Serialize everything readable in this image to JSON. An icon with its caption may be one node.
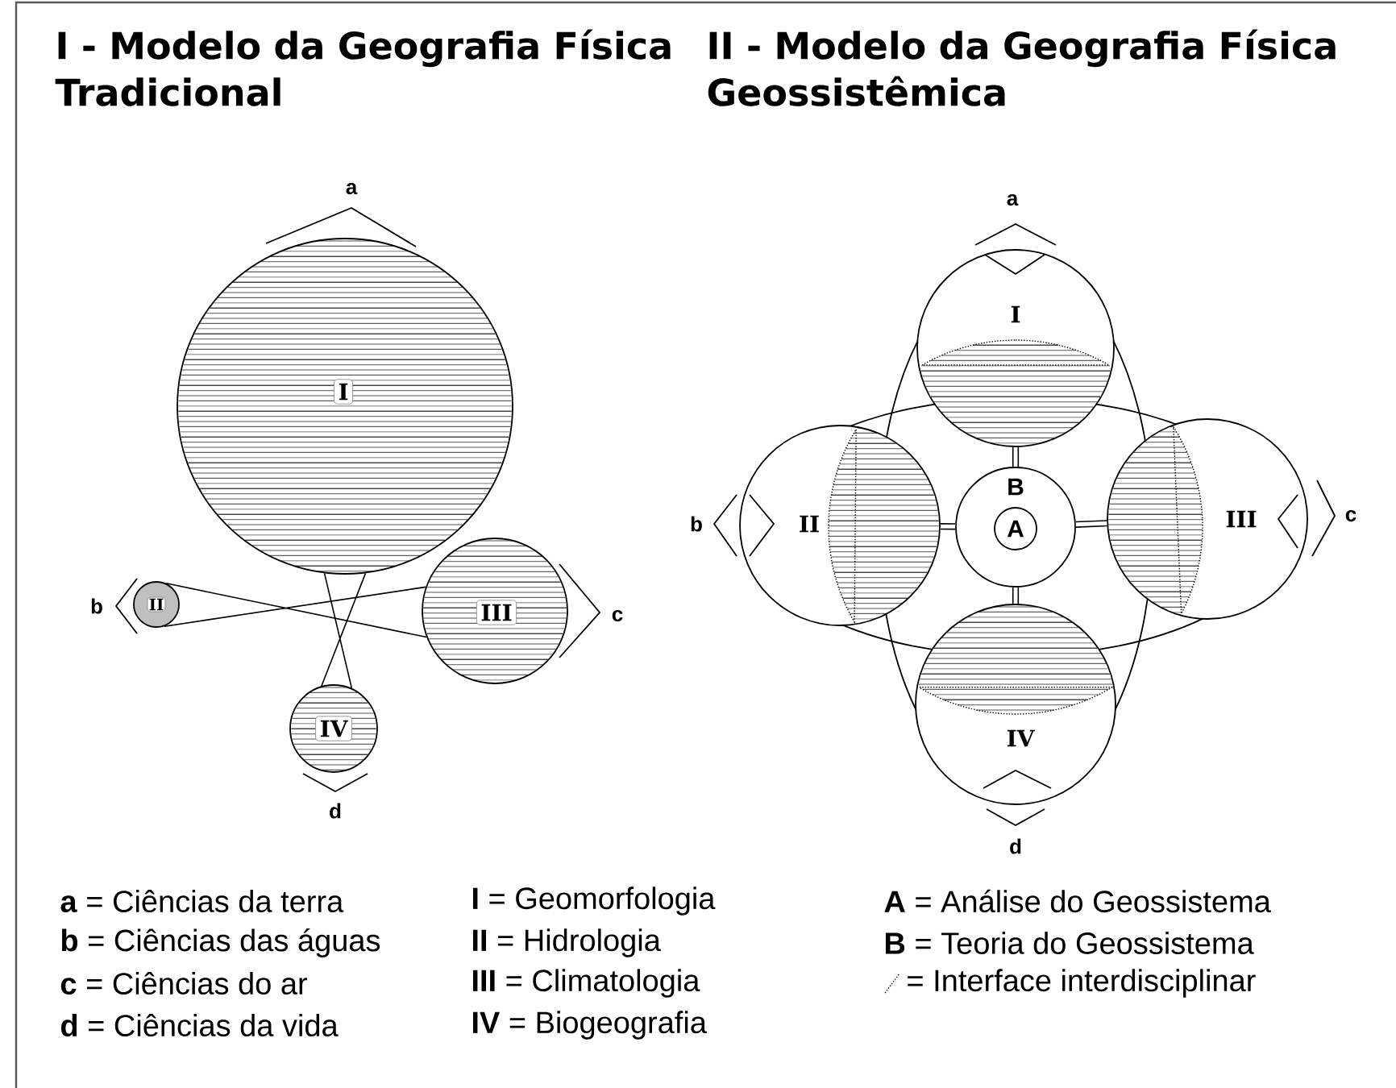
{
  "diagram": {
    "nodes": [
      {
        "text": [
          "I"
        ],
        "beside": [
          "a"
        ]
      },
      {
        "text": [
          "II"
        ],
        "beside": [
          "b"
        ]
      },
      {
        "text": [
          "III"
        ],
        "beside": [
          "c"
        ]
      },
      {
        "text": [
          "IV"
        ],
        "beside": [
          "d"
        ]
      },
      {
        "text": [
          "I"
        ],
        "beside": [
          "a"
        ]
      },
      {
        "text": [
          "II"
        ],
        "beside": [
          "b"
        ]
      },
      {
        "text": [
          "III"
        ],
        "beside": [
          "c"
        ]
      },
      {
        "text": [
          "IV"
        ],
        "beside": [
          "d"
        ]
      },
      {
        "text": [
          "B"
        ]
      },
      {
        "text": [
          "A"
        ],
        "in": 8
      }
    ],
    "edges": [
      {
        "from": 0,
        "to": 3,
        "arrow": "none"
      },
      {
        "from": 1,
        "to": 2,
        "arrow": "none"
      },
      {
        "from": 8,
        "to": 4,
        "arrow": "none"
      },
      {
        "from": 8,
        "to": 5,
        "arrow": "none"
      },
      {
        "from": 8,
        "to": 6,
        "arrow": "none"
      },
      {
        "from": 8,
        "to": 7,
        "arrow": "none"
      }
    ],
    "labels": [
      "I - Modelo da Geografia Física Tradicional",
      "II - Modelo da Geografia Física Geossistêmica",
      "**a** = Ciências da terra",
      "**b** = Ciências das águas",
      "**c** = Ciências do ar",
      "**d** = Ciências da vida",
      "**I** = Geomorfologia",
      "**II** = Hidrologia",
      "**III** = Climatologia",
      "**IV** = Biogeografia",
      "**A** = Análise do Geossistema",
      "**B** = Teoria do Geossistema"
    ],
    "legend": [
      {
        "text": "= Interface interdisciplinar"
      }
    ]
  }
}
